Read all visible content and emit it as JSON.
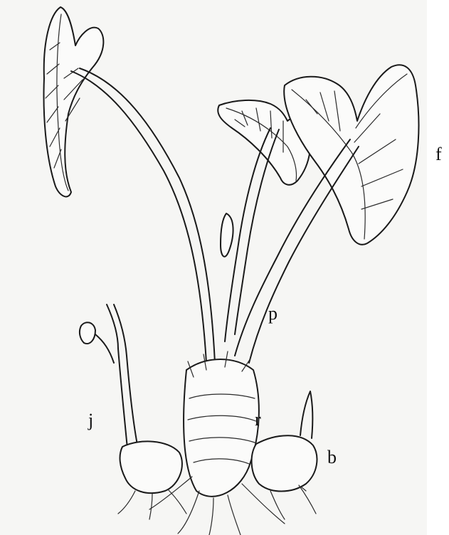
{
  "labels": {
    "f": "f",
    "p": "p",
    "j": "j",
    "r": "r",
    "b": "b"
  },
  "colors": {
    "ink": "#1a1a1a",
    "paper": "#f6f6f4"
  }
}
